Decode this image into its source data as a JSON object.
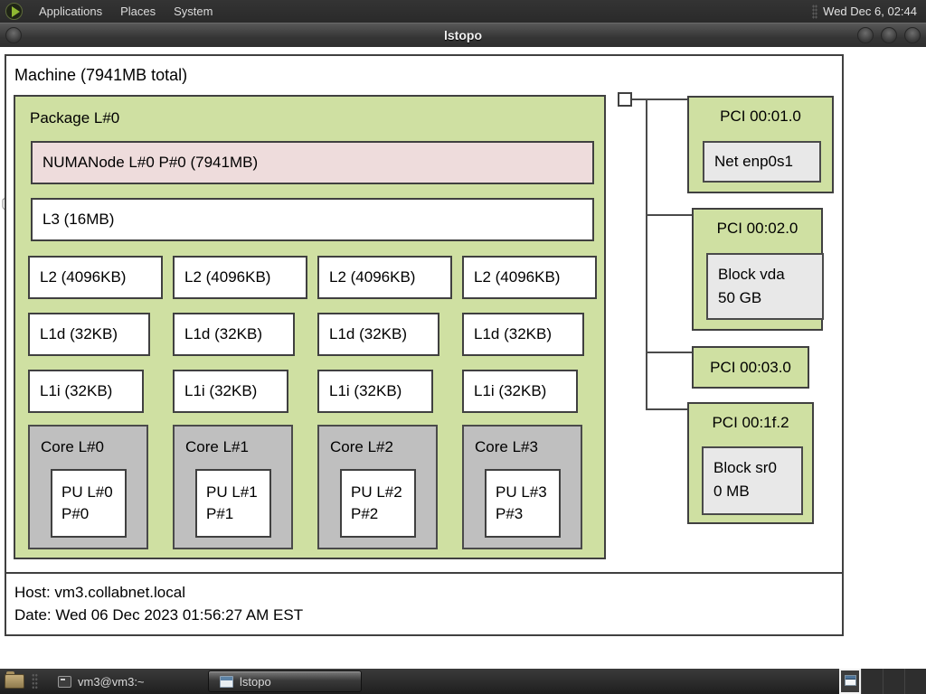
{
  "menubar": {
    "items": [
      "Applications",
      "Places",
      "System"
    ],
    "clock": "Wed Dec 6, 02:44"
  },
  "titlebar": {
    "title": "lstopo"
  },
  "topology": {
    "machine_label": "Machine (7941MB total)",
    "package": {
      "label": "Package L#0",
      "numanode": "NUMANode L#0 P#0 (7941MB)",
      "l3": "L3 (16MB)",
      "l2": [
        "L2 (4096KB)",
        "L2 (4096KB)",
        "L2 (4096KB)",
        "L2 (4096KB)"
      ],
      "l1d": [
        "L1d (32KB)",
        "L1d (32KB)",
        "L1d (32KB)",
        "L1d (32KB)"
      ],
      "l1i": [
        "L1i (32KB)",
        "L1i (32KB)",
        "L1i (32KB)",
        "L1i (32KB)"
      ],
      "cores": [
        {
          "label": "Core L#0",
          "pu1": "PU L#0",
          "pu2": "P#0"
        },
        {
          "label": "Core L#1",
          "pu1": "PU L#1",
          "pu2": "P#1"
        },
        {
          "label": "Core L#2",
          "pu1": "PU L#2",
          "pu2": "P#2"
        },
        {
          "label": "Core L#3",
          "pu1": "PU L#3",
          "pu2": "P#3"
        }
      ]
    },
    "pci": [
      {
        "label": "PCI 00:01.0",
        "device1": "Net enp0s1",
        "device2": ""
      },
      {
        "label": "PCI 00:02.0",
        "device1": "Block vda",
        "device2": "50 GB"
      },
      {
        "label": "PCI 00:03.0"
      },
      {
        "label": "PCI 00:1f.2",
        "device1": "Block sr0",
        "device2": "0 MB"
      }
    ],
    "legend": {
      "host": "Host: vm3.collabnet.local",
      "date": "Date: Wed 06 Dec 2023 01:56:27 AM EST"
    }
  },
  "taskbar": {
    "terminal_label": "vm3@vm3:~",
    "lstopo_label": "lstopo"
  },
  "colors": {
    "package_green": "#cfe0a2",
    "numa_pink": "#eedcdc",
    "core_gray": "#bfbfbf",
    "device_gray": "#e8e8e8",
    "box_border": "#404040",
    "panel_dark": "#2e2e2e"
  }
}
